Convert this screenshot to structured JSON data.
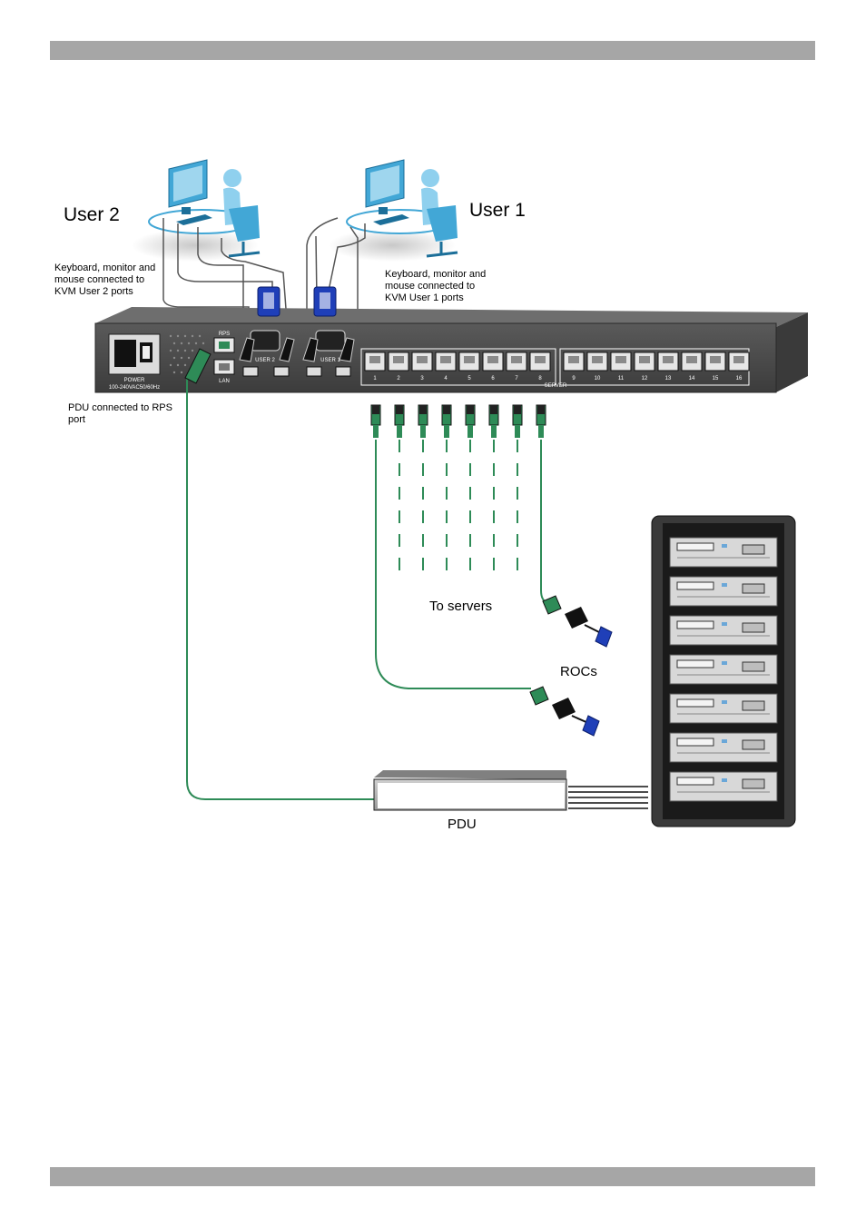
{
  "header_bar": {},
  "footer_bar": {},
  "diagram": {
    "user2_label": "User 2",
    "user1_label": "User 1",
    "user2_note": [
      "Keyboard, monitor and",
      "mouse connected to",
      "KVM User 2 ports"
    ],
    "user1_note": [
      "Keyboard, monitor and",
      "mouse connected to",
      "KVM User 1 ports"
    ],
    "pdu_note": [
      "PDU connected to RPS",
      "port"
    ],
    "to_servers": "To servers",
    "rocs": "ROCs",
    "pdu": "PDU",
    "kvm_panel": {
      "power_label": "POWER",
      "power_rating": "100-240VAC50/60Hz",
      "rps_label": "RPS",
      "lan_label": "LAN",
      "user2_port": "USER 2",
      "user1_port": "USER 1",
      "server_label": "SERVER",
      "server_ports": [
        "1",
        "2",
        "3",
        "4",
        "5",
        "6",
        "7",
        "8",
        "9",
        "10",
        "11",
        "12",
        "13",
        "14",
        "15",
        "16"
      ]
    },
    "colors": {
      "cable_green": "#2e8b57",
      "connector_blue": "#1f3fb8",
      "person_blue": "#42a7d6"
    }
  }
}
